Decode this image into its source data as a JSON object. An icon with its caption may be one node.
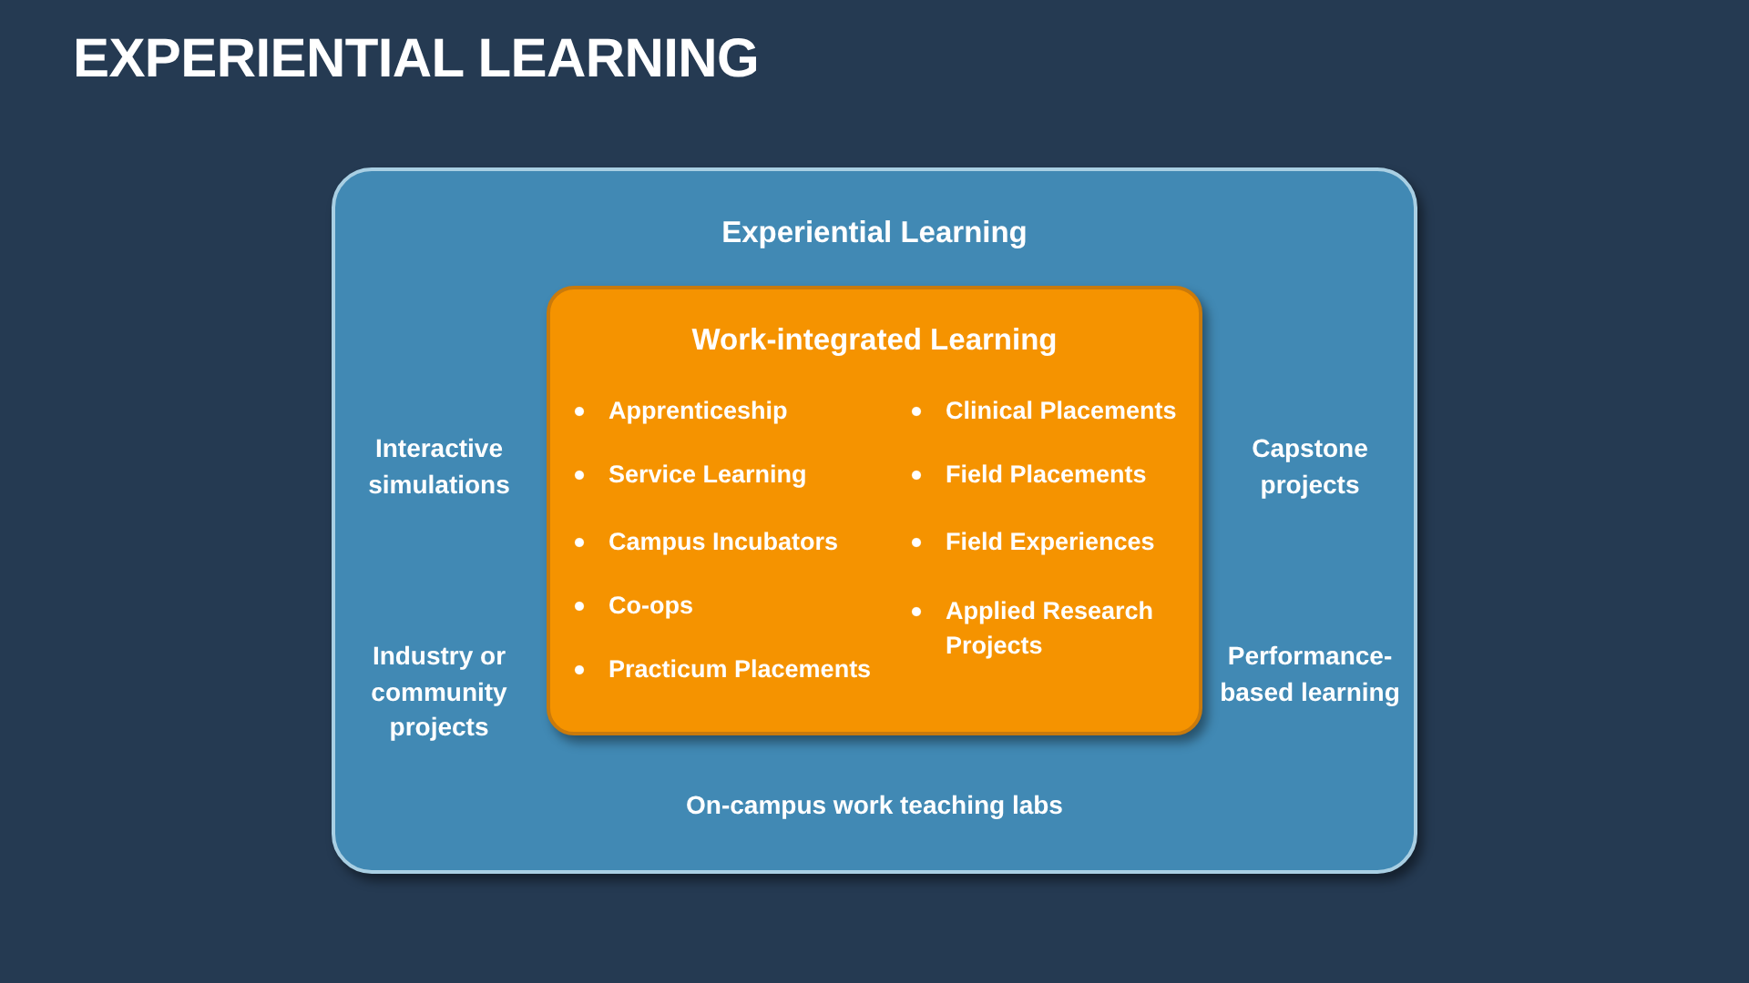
{
  "diagram": {
    "title": "EXPERIENTIAL LEARNING",
    "nodes": [
      {
        "text": [
          "Experiential Learning",
          "Interactive simulations",
          "Capstone projects",
          "Industry or community projects",
          "Performance-based learning",
          "On-campus work teaching labs"
        ]
      },
      {
        "text": [
          "Work-integrated Learning",
          "Apprenticeship",
          "Service Learning",
          "Campus Incubators",
          "Co-ops",
          "Practicum Placements",
          "Clinical Placements",
          "Field Placements",
          "Field Experiences",
          "Applied Research Projects"
        ],
        "in": 0
      }
    ]
  }
}
